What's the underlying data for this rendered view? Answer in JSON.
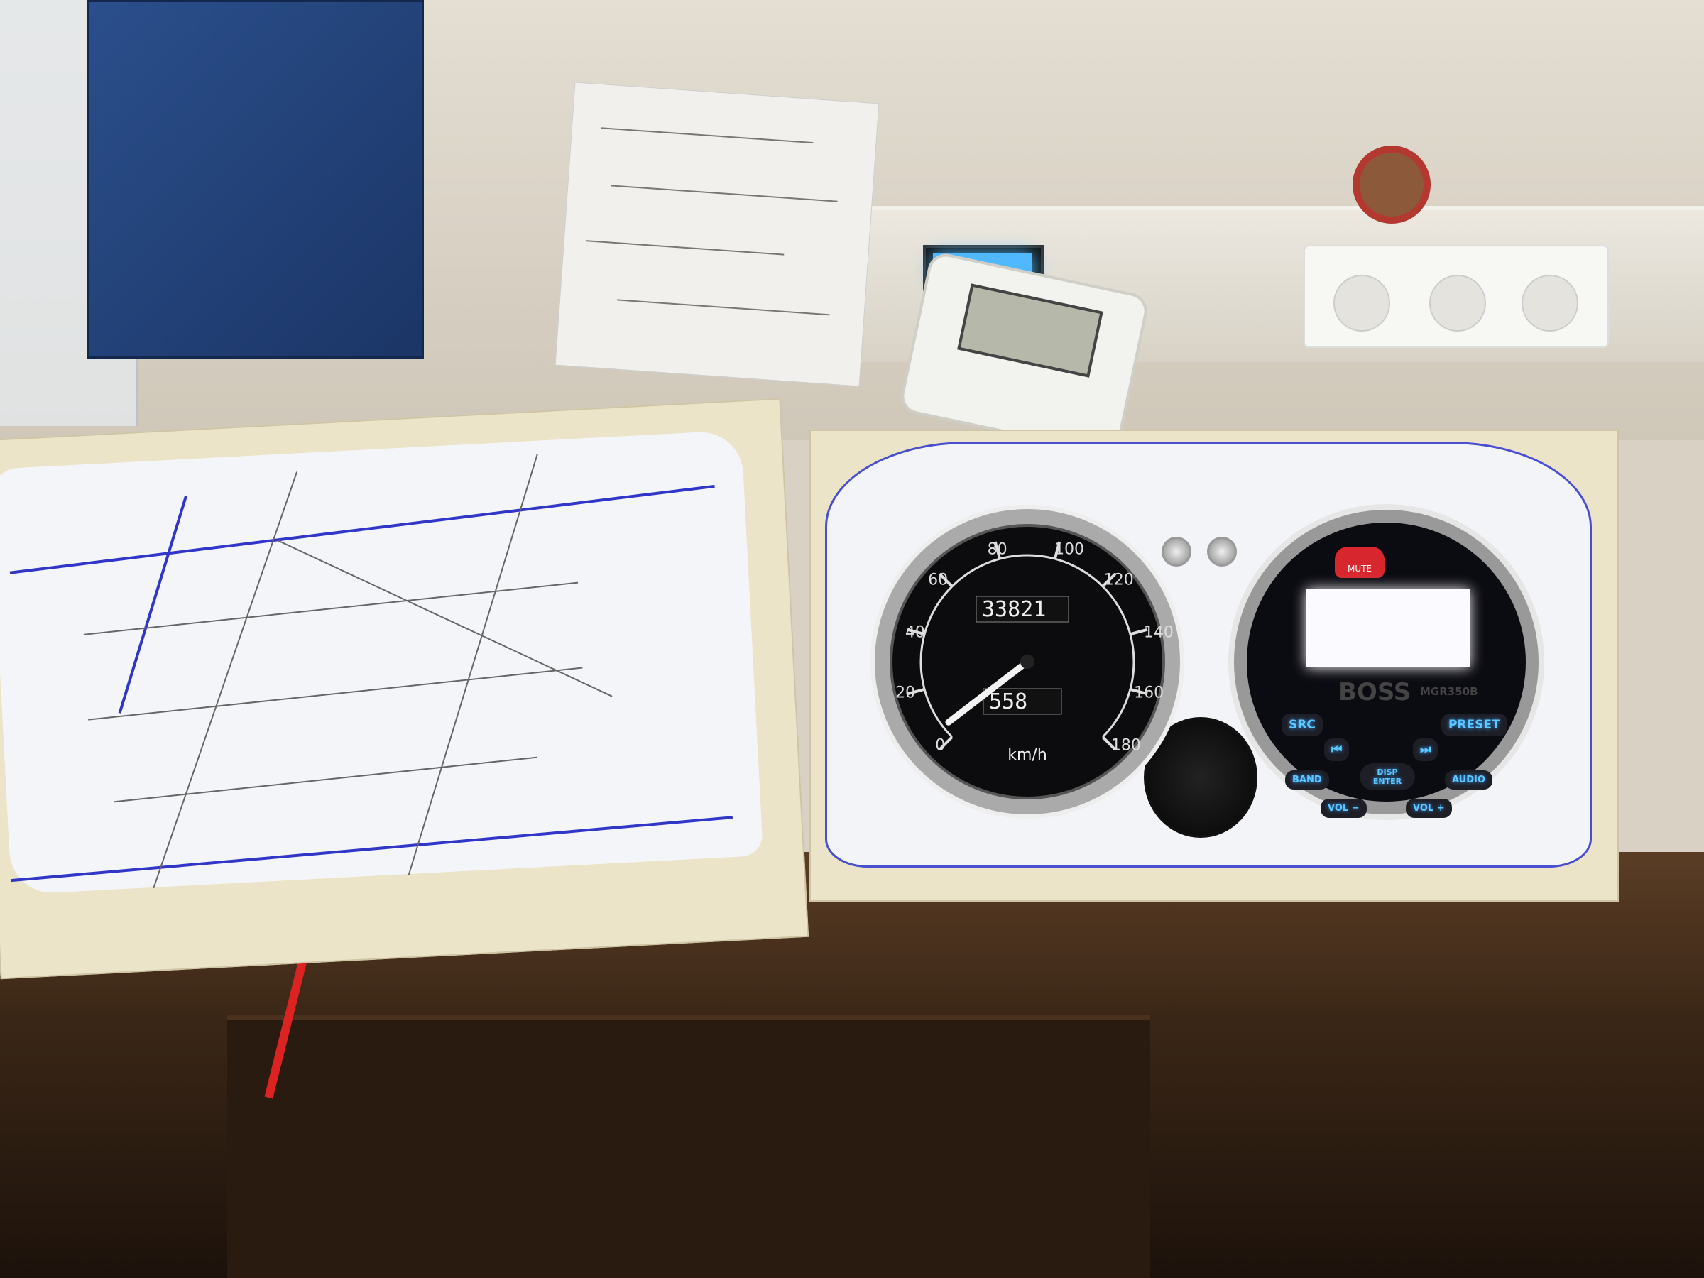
{
  "speedometer": {
    "tick_labels": [
      "0",
      "20",
      "40",
      "60",
      "80",
      "100",
      "120",
      "140",
      "160",
      "180"
    ],
    "odometer": "33821",
    "trip": "558",
    "unit": "km/h",
    "needle_value_kmh": 5
  },
  "radio": {
    "brand": "BOSS",
    "model": "MGR350B",
    "buttons": {
      "mute": "MUTE",
      "src": "SRC",
      "preset": "PRESET",
      "prev": "⏮",
      "next": "⏭",
      "disp": "DISP ENTER",
      "band": "BAND",
      "audio": "AUDIO",
      "vol_down": "VOL −",
      "vol_up": "VOL +"
    }
  },
  "colors": {
    "button_glow": "#5cc8ff",
    "mute_button": "#d8262e",
    "pen_ink": "#3136c8"
  }
}
